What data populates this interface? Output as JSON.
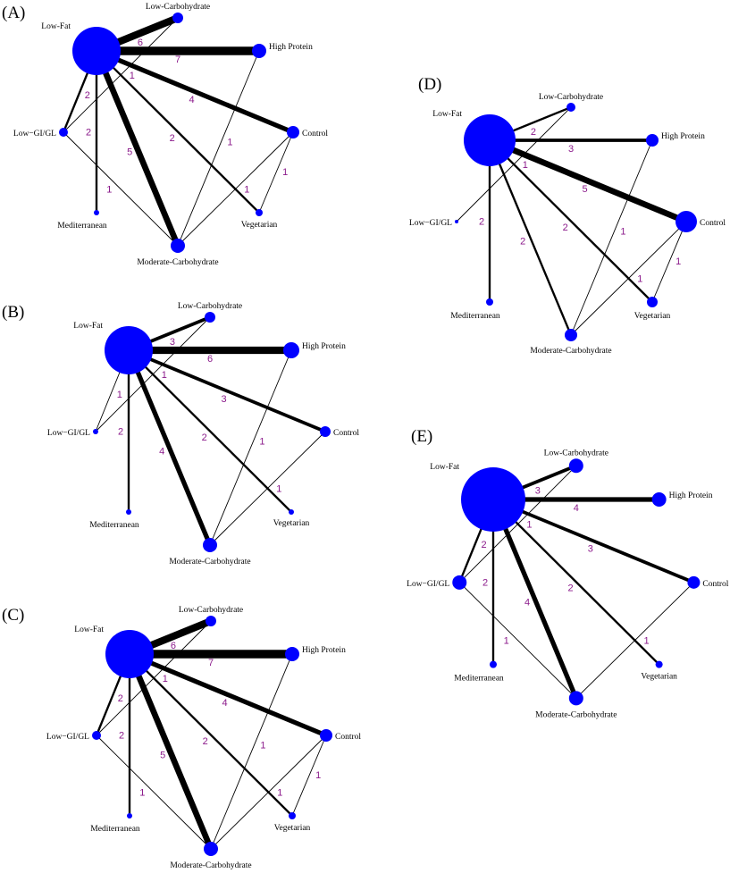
{
  "colors": {
    "node": "#0000ff",
    "edge": "#000000",
    "edge_label": "#8b1a8b"
  },
  "treatments": {
    "LF": "Low-Fat",
    "LC": "Low-Carbohydrate",
    "HP": "High Protein",
    "CT": "Control",
    "VG": "Vegetarian",
    "MC": "Moderate-Carbohydrate",
    "MD": "Mediterranean",
    "LG": "Low−GI/GL"
  },
  "panels": [
    {
      "label": "(A)",
      "node_weight": {
        "LF": 27,
        "LC": 6,
        "HP": 8,
        "CT": 7,
        "VG": 4,
        "MC": 8,
        "MD": 3,
        "LG": 5
      },
      "edges": [
        {
          "from": "LF",
          "to": "LC",
          "n": "6"
        },
        {
          "from": "LF",
          "to": "HP",
          "n": "7"
        },
        {
          "from": "LF",
          "to": "CT",
          "n": "4"
        },
        {
          "from": "LF",
          "to": "LG",
          "n": "2"
        },
        {
          "from": "LF",
          "to": "MD",
          "n": "2"
        },
        {
          "from": "LF",
          "to": "MC",
          "n": "5"
        },
        {
          "from": "LF",
          "to": "VG",
          "n": "2"
        },
        {
          "from": "LC",
          "to": "LG",
          "n": "1"
        },
        {
          "from": "HP",
          "to": "MC",
          "n": "1"
        },
        {
          "from": "CT",
          "to": "MC",
          "n": "1"
        },
        {
          "from": "CT",
          "to": "VG",
          "n": "1"
        },
        {
          "from": "LG",
          "to": "MC",
          "n": "1"
        }
      ]
    },
    {
      "label": "(B)",
      "node_weight": {
        "LF": 27,
        "LC": 6,
        "HP": 9,
        "CT": 6,
        "VG": 3,
        "MC": 8,
        "MD": 3,
        "LG": 3
      },
      "edges": [
        {
          "from": "LF",
          "to": "LC",
          "n": "3"
        },
        {
          "from": "LF",
          "to": "HP",
          "n": "6"
        },
        {
          "from": "LF",
          "to": "CT",
          "n": "3"
        },
        {
          "from": "LF",
          "to": "LG",
          "n": "1"
        },
        {
          "from": "LF",
          "to": "MD",
          "n": "2"
        },
        {
          "from": "LF",
          "to": "MC",
          "n": "4"
        },
        {
          "from": "LF",
          "to": "VG",
          "n": "2"
        },
        {
          "from": "LC",
          "to": "LG",
          "n": "1"
        },
        {
          "from": "HP",
          "to": "MC",
          "n": "1"
        },
        {
          "from": "CT",
          "to": "MC",
          "n": "1"
        }
      ]
    },
    {
      "label": "(C)",
      "node_weight": {
        "LF": 27,
        "LC": 6,
        "HP": 8,
        "CT": 7,
        "VG": 4,
        "MC": 8,
        "MD": 3,
        "LG": 5
      },
      "edges": [
        {
          "from": "LF",
          "to": "LC",
          "n": "6"
        },
        {
          "from": "LF",
          "to": "HP",
          "n": "7"
        },
        {
          "from": "LF",
          "to": "CT",
          "n": "4"
        },
        {
          "from": "LF",
          "to": "LG",
          "n": "2"
        },
        {
          "from": "LF",
          "to": "MD",
          "n": "2"
        },
        {
          "from": "LF",
          "to": "MC",
          "n": "5"
        },
        {
          "from": "LF",
          "to": "VG",
          "n": "2"
        },
        {
          "from": "LC",
          "to": "LG",
          "n": "1"
        },
        {
          "from": "HP",
          "to": "MC",
          "n": "1"
        },
        {
          "from": "CT",
          "to": "MC",
          "n": "1"
        },
        {
          "from": "CT",
          "to": "VG",
          "n": "1"
        },
        {
          "from": "LG",
          "to": "MC",
          "n": "1"
        }
      ]
    },
    {
      "label": "(D)",
      "node_weight": {
        "LF": 29,
        "LC": 5,
        "HP": 7,
        "CT": 12,
        "VG": 6,
        "MC": 7,
        "MD": 4,
        "LG": 2
      },
      "edges": [
        {
          "from": "LF",
          "to": "LC",
          "n": "2"
        },
        {
          "from": "LF",
          "to": "HP",
          "n": "3"
        },
        {
          "from": "LF",
          "to": "CT",
          "n": "5"
        },
        {
          "from": "LF",
          "to": "MD",
          "n": "2"
        },
        {
          "from": "LF",
          "to": "MC",
          "n": "2"
        },
        {
          "from": "LF",
          "to": "VG",
          "n": "2"
        },
        {
          "from": "LC",
          "to": "LG",
          "n": "1"
        },
        {
          "from": "HP",
          "to": "MC",
          "n": "1"
        },
        {
          "from": "CT",
          "to": "MC",
          "n": "1"
        },
        {
          "from": "CT",
          "to": "VG",
          "n": "1"
        }
      ]
    },
    {
      "label": "(E)",
      "node_weight": {
        "LF": 36,
        "LC": 8,
        "HP": 8,
        "CT": 7,
        "VG": 4,
        "MC": 8,
        "MD": 4,
        "LG": 8
      },
      "edges": [
        {
          "from": "LF",
          "to": "LC",
          "n": "3"
        },
        {
          "from": "LF",
          "to": "HP",
          "n": "4"
        },
        {
          "from": "LF",
          "to": "CT",
          "n": "3"
        },
        {
          "from": "LF",
          "to": "LG",
          "n": "2"
        },
        {
          "from": "LF",
          "to": "MD",
          "n": "2"
        },
        {
          "from": "LF",
          "to": "MC",
          "n": "4"
        },
        {
          "from": "LF",
          "to": "VG",
          "n": "2"
        },
        {
          "from": "LC",
          "to": "LG",
          "n": "1"
        },
        {
          "from": "LG",
          "to": "MC",
          "n": "1"
        },
        {
          "from": "CT",
          "to": "MC",
          "n": "1"
        }
      ]
    }
  ]
}
